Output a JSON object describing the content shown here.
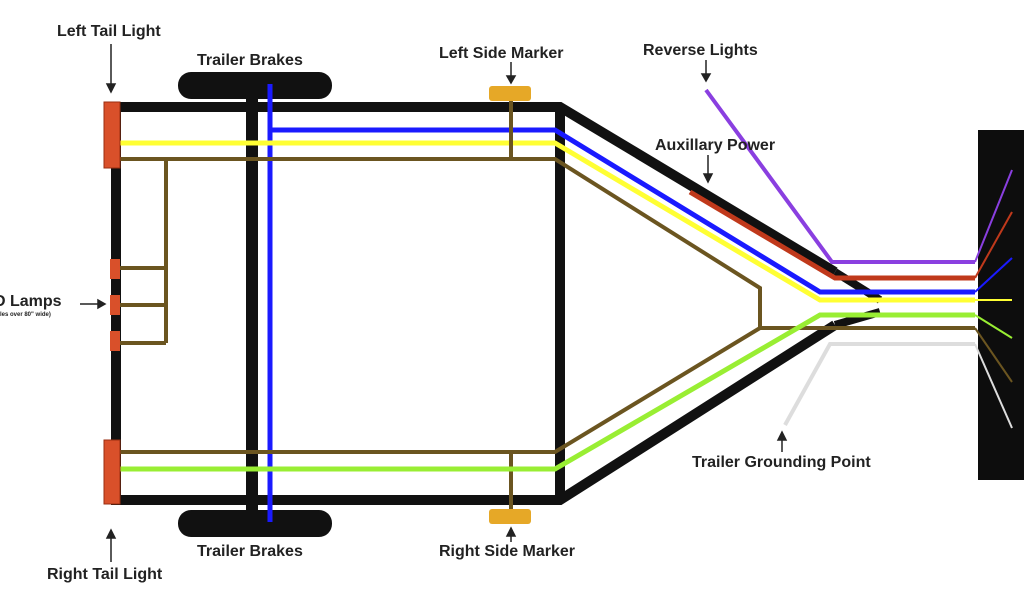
{
  "labels": {
    "left_tail_light": "Left Tail Light",
    "trailer_brakes_top": "Trailer Brakes",
    "left_side_marker": "Left Side Marker",
    "reverse_lights": "Reverse Lights",
    "auxiliary_power": "Auxillary Power",
    "id_lamps": "D Lamps",
    "id_lamps_note": "les over 80\" wide)",
    "trailer_grounding_point": "Trailer Grounding Point",
    "right_side_marker": "Right Side Marker",
    "trailer_brakes_bottom": "Trailer Brakes",
    "right_tail_light": "Right Tail Light"
  },
  "colors": {
    "frame": "#111111",
    "brown": "#6b5520",
    "yellow": "#ffff33",
    "green": "#99ee33",
    "blue": "#1a1aff",
    "red": "#c0391b",
    "purple": "#8a3fe0",
    "white": "#dddddd",
    "lamp": "#d9502a",
    "marker": "#e6a827"
  },
  "icons": {
    "connector": "connector-plug-icon",
    "tire": "tire-icon",
    "lamp": "lamp-icon"
  }
}
